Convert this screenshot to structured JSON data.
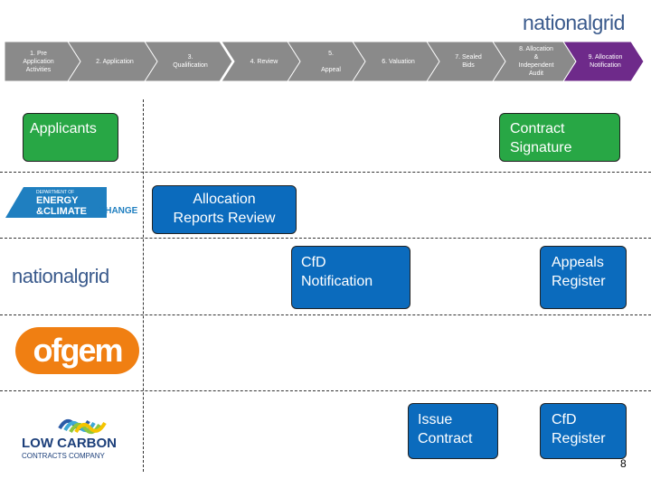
{
  "header": {
    "brand": "nationalgrid"
  },
  "steps": [
    {
      "label": "1. Pre\nApplication\nActivities",
      "color": "#8a8a8a"
    },
    {
      "label": "2. Application",
      "color": "#8a8a8a"
    },
    {
      "label": "3.\nQualification",
      "color": "#8a8a8a"
    },
    {
      "label": "4. Review",
      "color": "#8a8a8a"
    },
    {
      "label": "5.\n\nAppeal",
      "color": "#8a8a8a"
    },
    {
      "label": "6. Valuation",
      "color": "#8a8a8a"
    },
    {
      "label": "7. Sealed\nBids",
      "color": "#8a8a8a"
    },
    {
      "label": "8. Allocation\n&\nIndependent\nAudit",
      "color": "#8a8a8a"
    },
    {
      "label": "9. Allocation\nNotification",
      "color": "#6e2a8a"
    }
  ],
  "boxes": {
    "applicants": {
      "label": "Applicants",
      "color": "#28a745"
    },
    "contract_signature": {
      "label": "Contract\nSignature",
      "color": "#28a745"
    },
    "allocation_reports_review": {
      "label": "Allocation\nReports Review",
      "color": "#0b6bbd"
    },
    "cfd_notification": {
      "label": "CfD\nNotification",
      "color": "#0b6bbd"
    },
    "appeals_register": {
      "label": "Appeals\nRegister",
      "color": "#0b6bbd"
    },
    "issue_contract": {
      "label": "Issue\nContract",
      "color": "#0b6bbd"
    },
    "cfd_register": {
      "label": "CfD\nRegister",
      "color": "#0b6bbd"
    }
  },
  "logos": {
    "decc": {
      "line1": "DEPARTMENT OF",
      "line2": "ENERGY",
      "line3": "&CLIMATE",
      "line4": "CHANGE"
    },
    "national_grid": {
      "text": "nationalgrid"
    },
    "ofgem": {
      "text": "ofgem"
    },
    "lccc": {
      "line1": "LOW CARBON",
      "line2": "CONTRACTS COMPANY"
    }
  },
  "page_number": "8"
}
